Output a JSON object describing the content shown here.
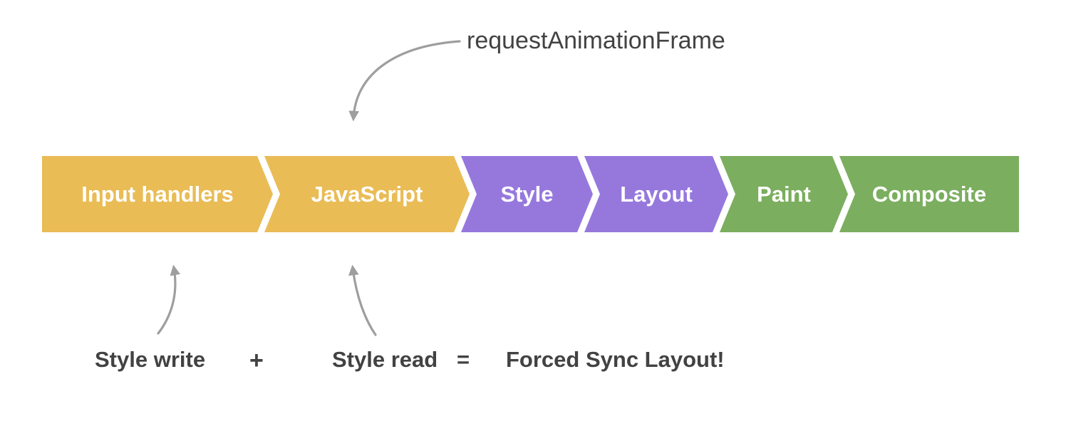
{
  "pipeline": {
    "segments": [
      {
        "label": "Input handlers",
        "color": "#E9BC56"
      },
      {
        "label": "JavaScript",
        "color": "#E9BC56"
      },
      {
        "label": "Style",
        "color": "#9678DD"
      },
      {
        "label": "Layout",
        "color": "#9678DD"
      },
      {
        "label": "Paint",
        "color": "#7BAE5F"
      },
      {
        "label": "Composite",
        "color": "#7BAE5F"
      }
    ],
    "label_color": "#FFFFFF"
  },
  "annotations": {
    "raf_label": "requestAnimationFrame",
    "style_write": "Style write",
    "plus": "+",
    "style_read": "Style read",
    "equals": "=",
    "result": "Forced Sync Layout!"
  },
  "colors": {
    "arrow": "#9E9E9E",
    "text": "#424242",
    "background": "#FFFFFF"
  }
}
